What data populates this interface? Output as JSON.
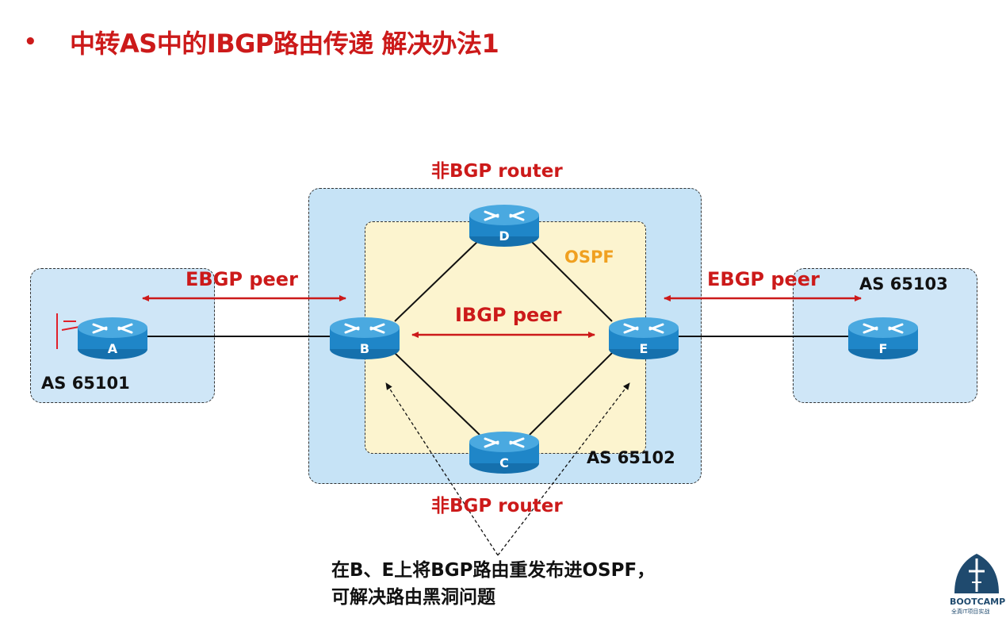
{
  "title": {
    "bullet": "•",
    "text": "中转AS中的IBGP路由传递 解决办法1"
  },
  "labels": {
    "non_bgp_top": "非BGP router",
    "non_bgp_bottom": "非BGP router",
    "ospf": "OSPF",
    "ebgp_left": "EBGP peer",
    "ebgp_right": "EBGP peer",
    "ibgp": "IBGP peer",
    "as_left": "AS 65101",
    "as_mid": "AS 65102",
    "as_right": "AS 65103"
  },
  "routers": {
    "a": "A",
    "b": "B",
    "c": "C",
    "d": "D",
    "e": "E",
    "f": "F"
  },
  "note": {
    "line1": "在B、E上将BGP路由重发布进OSPF，",
    "line2": "可解决路由黑洞问题"
  },
  "logo": {
    "text": "BOOTCAMP",
    "subtext": "全真IT项目实战"
  },
  "colors": {
    "red": "#cc1a1a",
    "router_blue": "#1f86c8",
    "ospf_orange": "#f0a020"
  }
}
